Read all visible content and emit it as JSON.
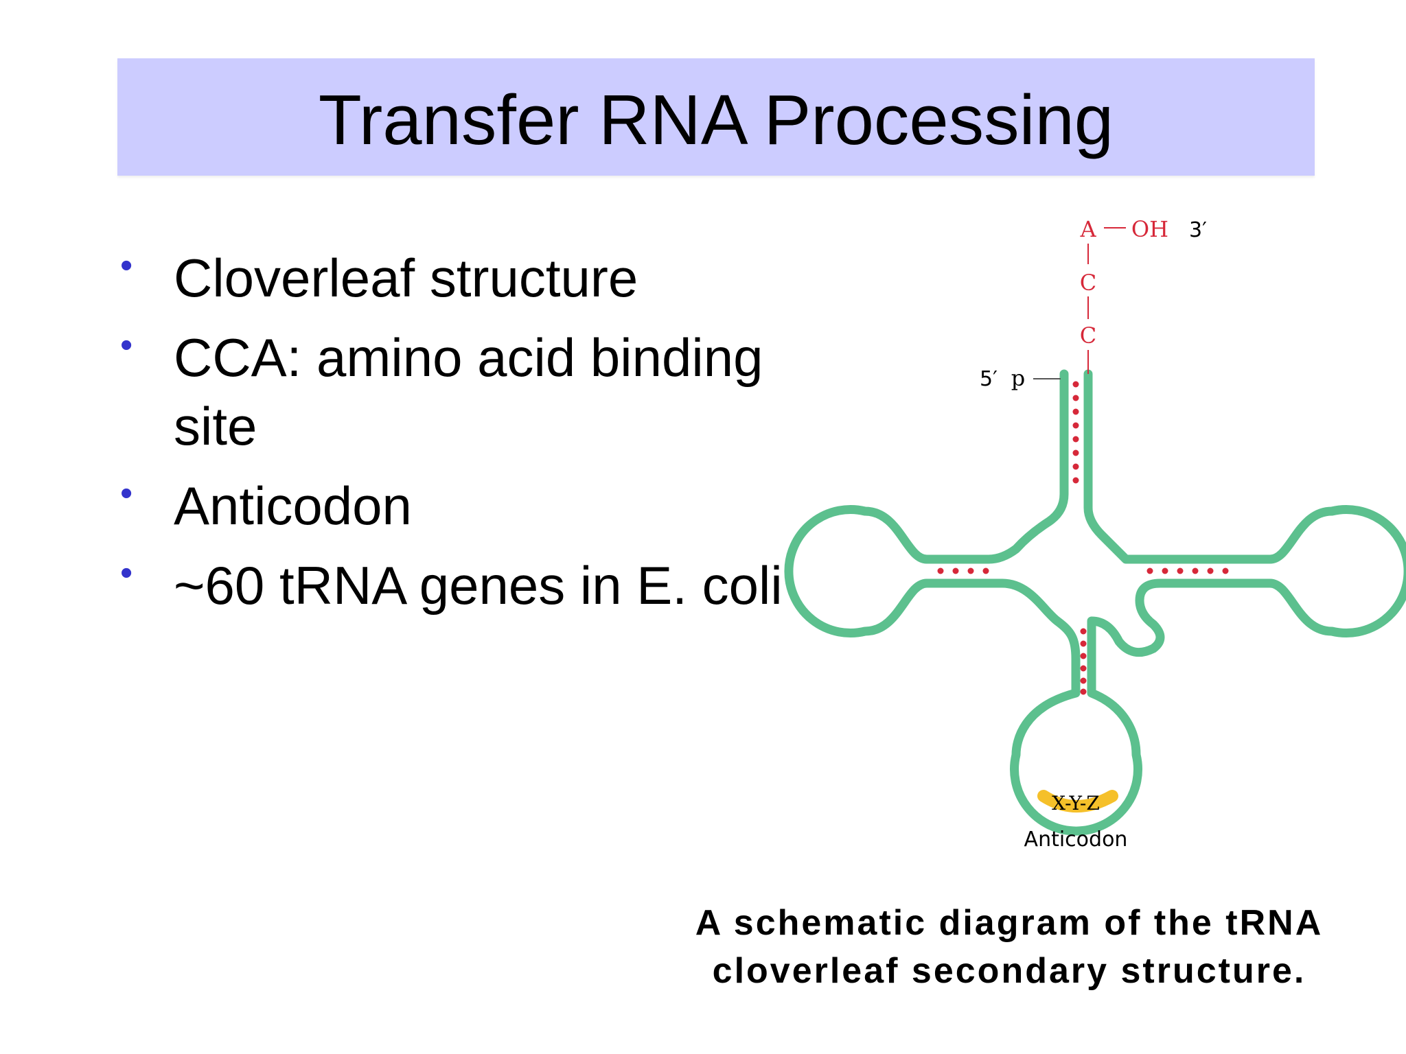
{
  "slide": {
    "title": "Transfer RNA Processing",
    "bullets": [
      {
        "text": "Cloverleaf structure"
      },
      {
        "text": "CCA: amino acid binding site"
      },
      {
        "text": "Anticodon"
      },
      {
        "text": "~60 tRNA genes in E. coli"
      }
    ],
    "bullet_symbol": "•",
    "bullet_color": "#3333cc",
    "title_bar_color": "#ccccff"
  },
  "diagram": {
    "cca_label_a": "A",
    "cca_label_oh": "OH",
    "cca_label_3prime": "3′",
    "cca_label_c1": "C",
    "cca_label_c2": "C",
    "five_prime_label": "5′",
    "phosphate_label": "p",
    "anticodon_bases": "X-Y-Z",
    "anticodon_label": "Anticodon",
    "backbone_color": "#5cc08e",
    "base_pair_color": "#d62839",
    "anticodon_highlight_color": "#f5c02a",
    "cca_color": "#d62839"
  },
  "caption": {
    "line1": "A schematic diagram of the tRNA",
    "line2": "cloverleaf secondary structure."
  }
}
